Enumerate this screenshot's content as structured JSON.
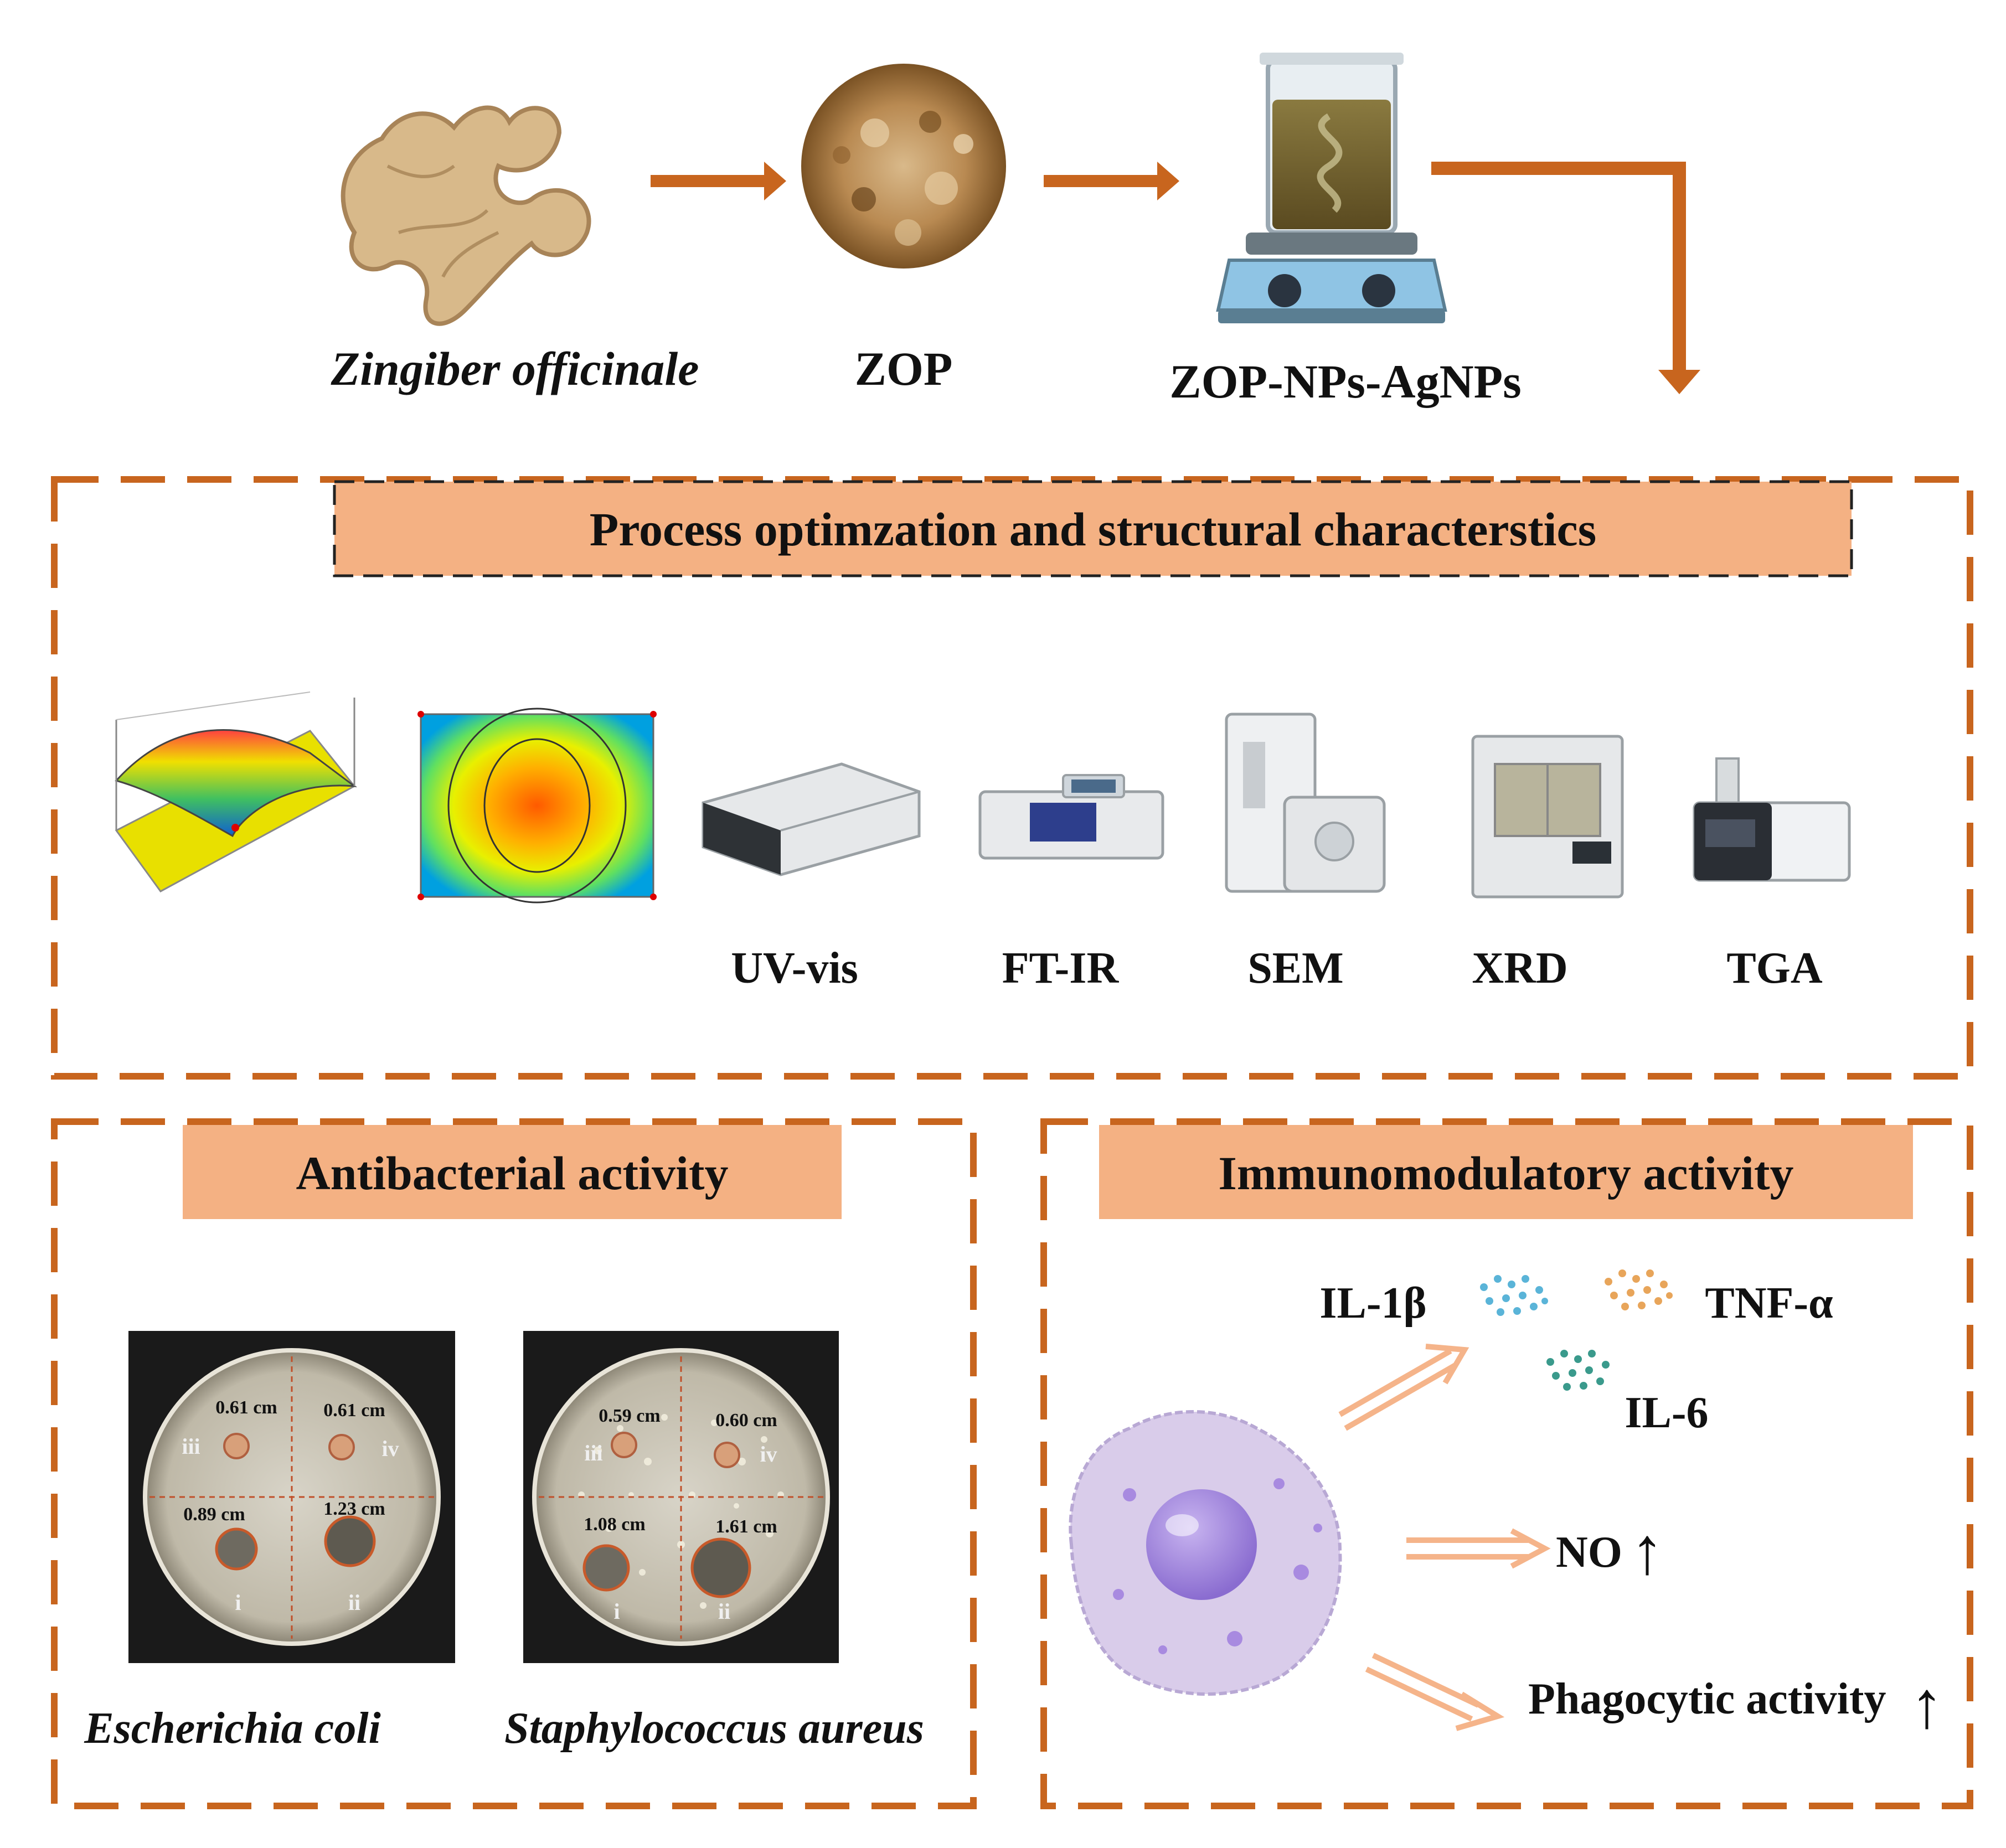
{
  "flow": {
    "step1_label": "Zingiber officinale",
    "step2_label": "ZOP",
    "step3_label": "ZOP-NPs-AgNPs"
  },
  "characterization": {
    "title": "Process optimzation and structural characterstics",
    "instruments": [
      "UV-vis",
      "FT-IR",
      "SEM",
      "XRD",
      "TGA"
    ]
  },
  "antibacterial": {
    "title": "Antibacterial activity",
    "plates": [
      {
        "organism": "Escherichia coli",
        "zones": [
          {
            "quadrant": "iii",
            "diameter": "0.61 cm"
          },
          {
            "quadrant": "iv",
            "diameter": "0.61 cm"
          },
          {
            "quadrant": "i",
            "diameter": "0.89 cm"
          },
          {
            "quadrant": "ii",
            "diameter": "1.23 cm"
          }
        ]
      },
      {
        "organism": "Staphylococcus aureus",
        "zones": [
          {
            "quadrant": "iii",
            "diameter": "0.59 cm"
          },
          {
            "quadrant": "iv",
            "diameter": "0.60 cm"
          },
          {
            "quadrant": "i",
            "diameter": "1.08 cm"
          },
          {
            "quadrant": "ii",
            "diameter": "1.61 cm"
          }
        ]
      }
    ]
  },
  "immunomodulatory": {
    "title": "Immunomodulatory activity",
    "cytokines": [
      "IL-1β",
      "TNF-α",
      "IL-6"
    ],
    "no_label": "NO",
    "phagocytic_label": "Phagocytic activity",
    "up_arrow": "↑"
  },
  "colors": {
    "accent_orange": "#C8651E",
    "banner_fill": "#F4B183",
    "arrow_light": "#F5B48A",
    "cell_body": "#D9CCEA",
    "nucleus": "#9B7FD6"
  }
}
